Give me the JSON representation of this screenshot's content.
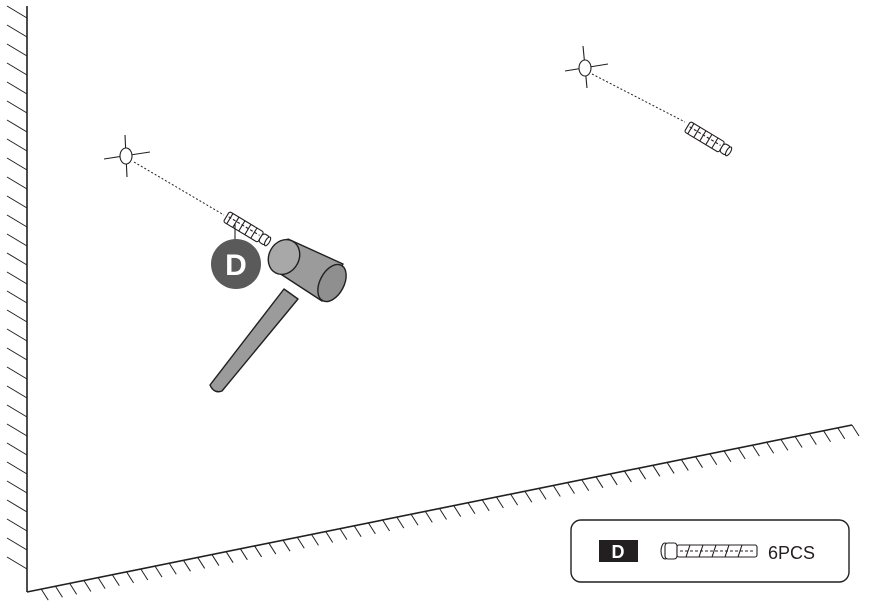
{
  "callout": {
    "label": "D"
  },
  "legend": {
    "part_label": "D",
    "quantity": "6PCS"
  },
  "parts": {
    "anchor_icon": "wall-anchor-icon",
    "hammer_icon": "hammer-icon",
    "drill_mark_icon": "crosshair-icon"
  },
  "colors": {
    "line": "#231f20",
    "callout_fill": "#5a5a5a",
    "hammer_fill": "#9b9b9b",
    "legend_badge": "#231f20"
  }
}
